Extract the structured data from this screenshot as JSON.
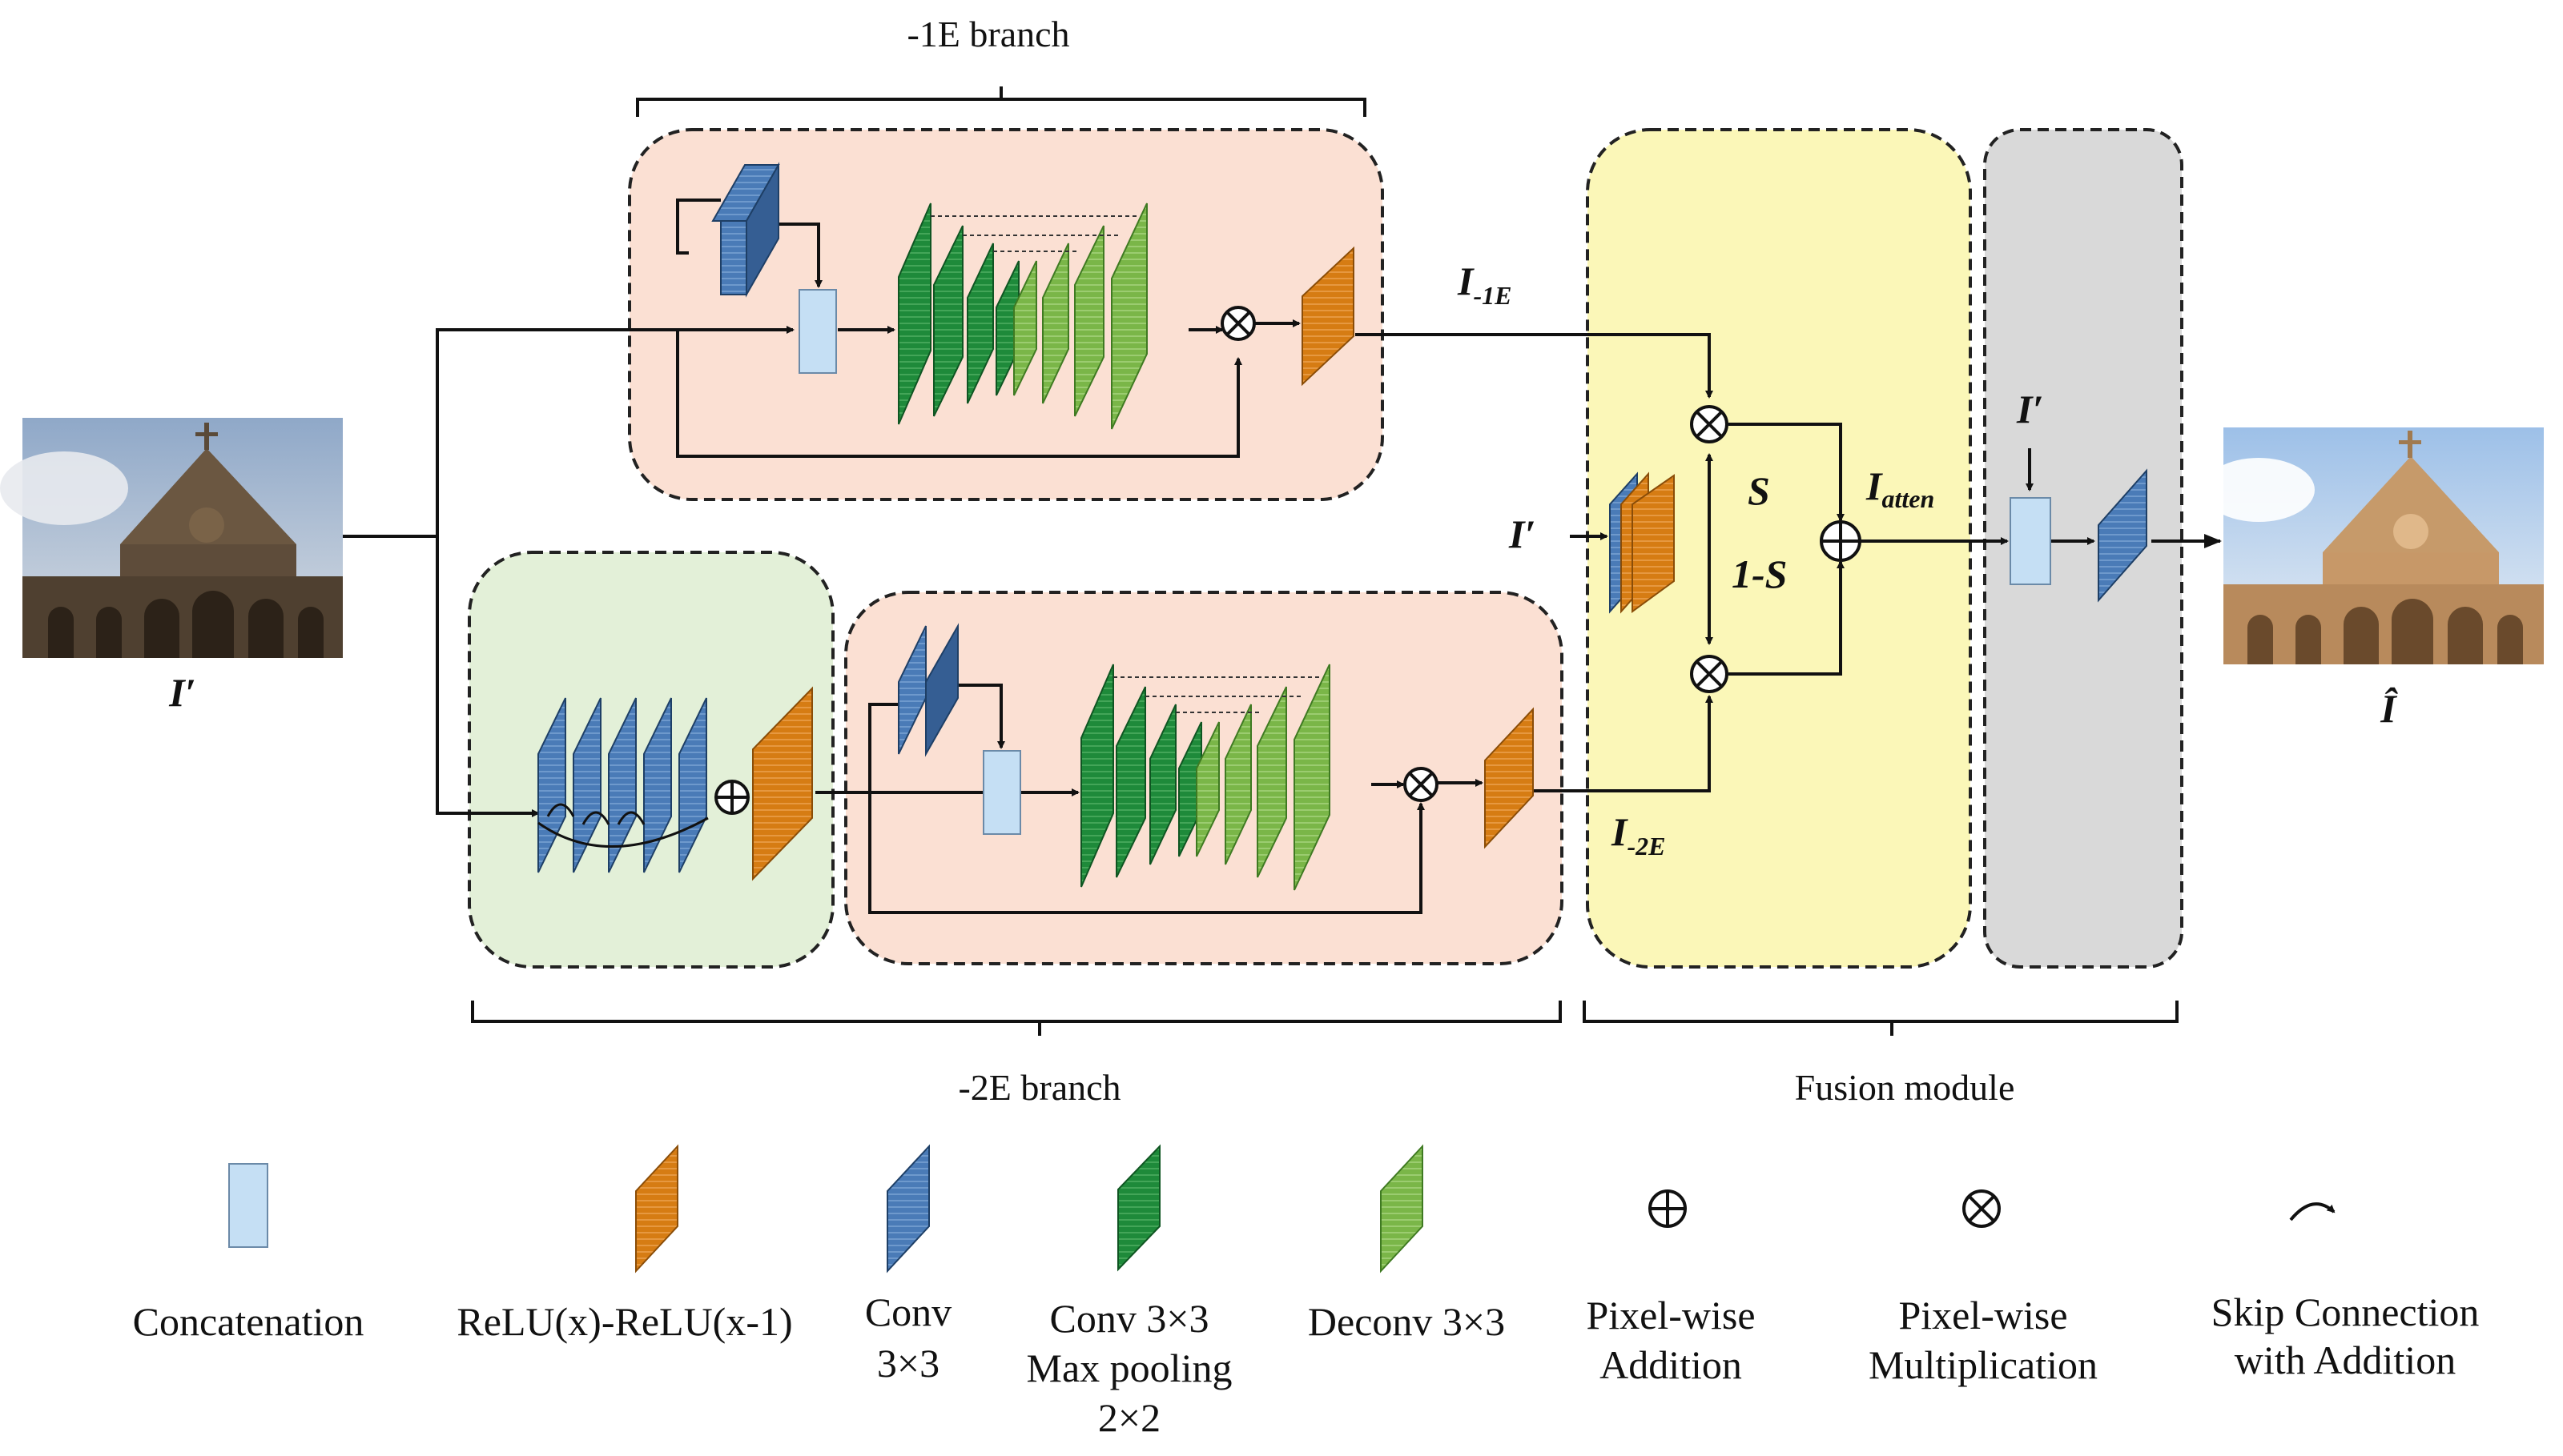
{
  "diagram": {
    "branch_1e_label": "-1E branch",
    "branch_2e_label": "-2E branch",
    "fusion_label": "Fusion module",
    "input_label": "I′",
    "output_label": "Î",
    "i1e_main": "I",
    "i1e_sub": "-1E",
    "i2e_main": "I",
    "i2e_sub": "-2E",
    "fusion_input_label": "I′",
    "final_input_label": "I′",
    "s_label": "S",
    "one_minus_s_label": "1-S",
    "atten_main": "I",
    "atten_sub": "atten"
  },
  "legend": {
    "concat_label": "Concatenation",
    "relu_label": "ReLU(x)-ReLU(x-1)",
    "conv_line1": "Conv",
    "conv_line2": "3×3",
    "convpool_line1": "Conv 3×3",
    "convpool_line2": "Max pooling",
    "convpool_line3": "2×2",
    "deconv_label": "Deconv 3×3",
    "add_line1": "Pixel-wise",
    "add_line2": "Addition",
    "mult_line1": "Pixel-wise",
    "mult_line2": "Multiplication",
    "skip_line1": "Skip Connection",
    "skip_line2": "with Addition"
  },
  "colors": {
    "branch_bg": "#fbe0d3",
    "green_bg": "#e3f0d8",
    "yellow_bg": "#fbf7b8",
    "gray_bg": "#d9d9d9",
    "conv_blue": "#4a7bb7",
    "conv_green": "#1e8a3a",
    "deconv_green": "#7ab648",
    "concat_blue": "#c5dff4",
    "relu_orange": "#d67c13"
  },
  "icons": [
    "input-photo",
    "output-photo",
    "plus-circle-icon",
    "times-circle-icon",
    "skip-arrow-icon"
  ]
}
